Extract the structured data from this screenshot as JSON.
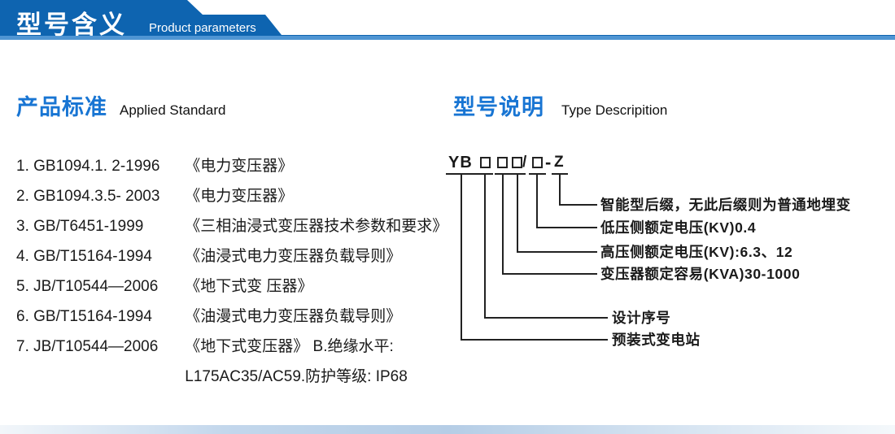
{
  "header": {
    "title_cn": "型号含义",
    "title_en": "Product parameters"
  },
  "standards": {
    "title_cn": "产品标准",
    "title_en": "Applied Standard",
    "items": [
      {
        "code": "1. GB1094.1. 2-1996",
        "name": "《电力变压器》"
      },
      {
        "code": "2. GB1094.3.5- 2003",
        "name": "《电力变压器》"
      },
      {
        "code": "3. GB/T6451-1999",
        "name": "《三相油浸式变压器技术参数和要求》"
      },
      {
        "code": "4. GB/T15164-1994",
        "name": "《油浸式电力变压器负载导则》"
      },
      {
        "code": "5. JB/T10544—2006",
        "name": "《地下式变 压器》"
      },
      {
        "code": "6. GB/T15164-1994",
        "name": "《油漫式电力变压器负载导则》"
      },
      {
        "code": "7. JB/T10544—2006",
        "name": "《地下式变压器》 B.绝缘水平:"
      }
    ],
    "continuation": "L175AC35/AC59.防护等级: IP68"
  },
  "model": {
    "title_cn": "型号说明",
    "title_en": "Type Descripition",
    "code": {
      "prefix": "YB",
      "slash": "/",
      "dash": "-",
      "suffix": "Z"
    },
    "labels": [
      "智能型后缀，无此后缀则为普通地埋变",
      "低压侧额定电压(KV)0.4",
      "高压侧额定电压(KV):6.3、12",
      "变压器额定容易(KVA)30-1000",
      "设计序号",
      "预装式变电站"
    ]
  },
  "colors": {
    "banner_blue": "#0e64b0",
    "banner_light_blue": "#4f95d3",
    "accent_blue": "#1875d3",
    "text": "#1a1a1a"
  }
}
